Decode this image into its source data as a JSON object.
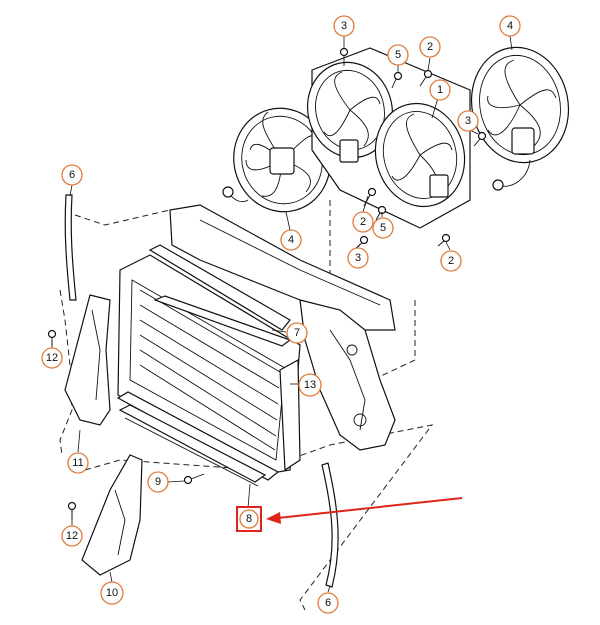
{
  "callouts": [
    {
      "id": "c3-top",
      "label": "3"
    },
    {
      "id": "c5-top",
      "label": "5"
    },
    {
      "id": "c2-top",
      "label": "2"
    },
    {
      "id": "c1",
      "label": "1"
    },
    {
      "id": "c4-right",
      "label": "4"
    },
    {
      "id": "c3-right",
      "label": "3"
    },
    {
      "id": "c6-top",
      "label": "6"
    },
    {
      "id": "c4-left",
      "label": "4"
    },
    {
      "id": "c2-mid",
      "label": "2"
    },
    {
      "id": "c5-mid",
      "label": "5"
    },
    {
      "id": "c3-mid",
      "label": "3"
    },
    {
      "id": "c2-right",
      "label": "2"
    },
    {
      "id": "c7",
      "label": "7"
    },
    {
      "id": "c12-top",
      "label": "12"
    },
    {
      "id": "c13",
      "label": "13"
    },
    {
      "id": "c11",
      "label": "11"
    },
    {
      "id": "c9",
      "label": "9"
    },
    {
      "id": "c8",
      "label": "8"
    },
    {
      "id": "c12-bottom",
      "label": "12"
    },
    {
      "id": "c10",
      "label": "10"
    },
    {
      "id": "c6-bottom",
      "label": "6"
    }
  ],
  "highlight": {
    "callout": "8",
    "color": "#e0241b"
  },
  "callout_color": "#e07a3a"
}
